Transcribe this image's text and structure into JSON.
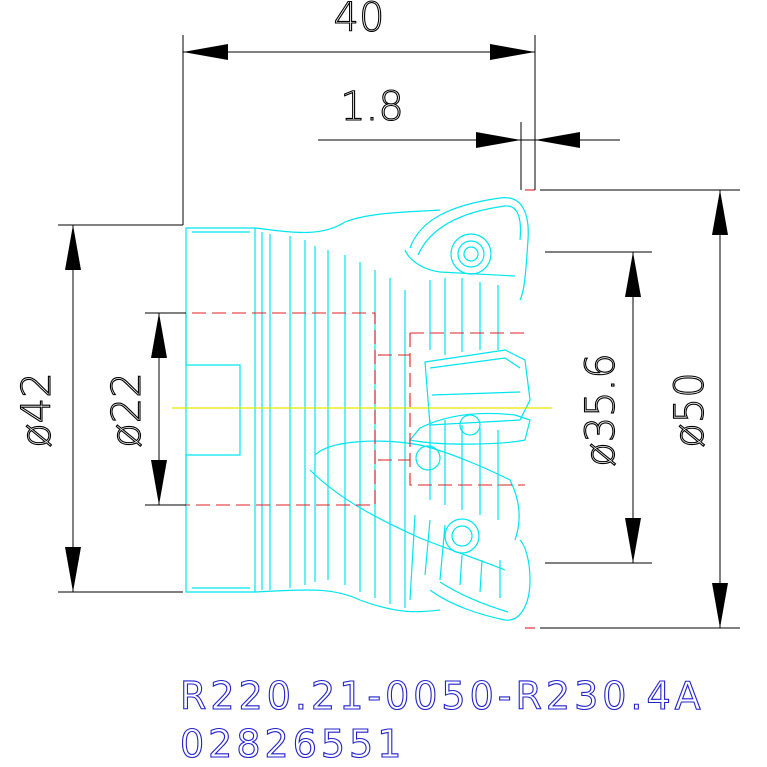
{
  "drawing": {
    "dimensions": {
      "overall_length": "40",
      "insert_offset": "1.8",
      "shank_diameter": "ø42",
      "bore_diameter": "ø22",
      "inner_diameter": "ø35.6",
      "cutting_diameter": "ø50"
    },
    "part_number": "R220.21-0050-R230.4A",
    "item_code": "02826551"
  },
  "colors": {
    "dimension_lines": "#000000",
    "tool_outline": "#00e5ee",
    "hidden_lines": "#e02020",
    "centerline": "#e8e800",
    "label_text": "#2222cc"
  }
}
